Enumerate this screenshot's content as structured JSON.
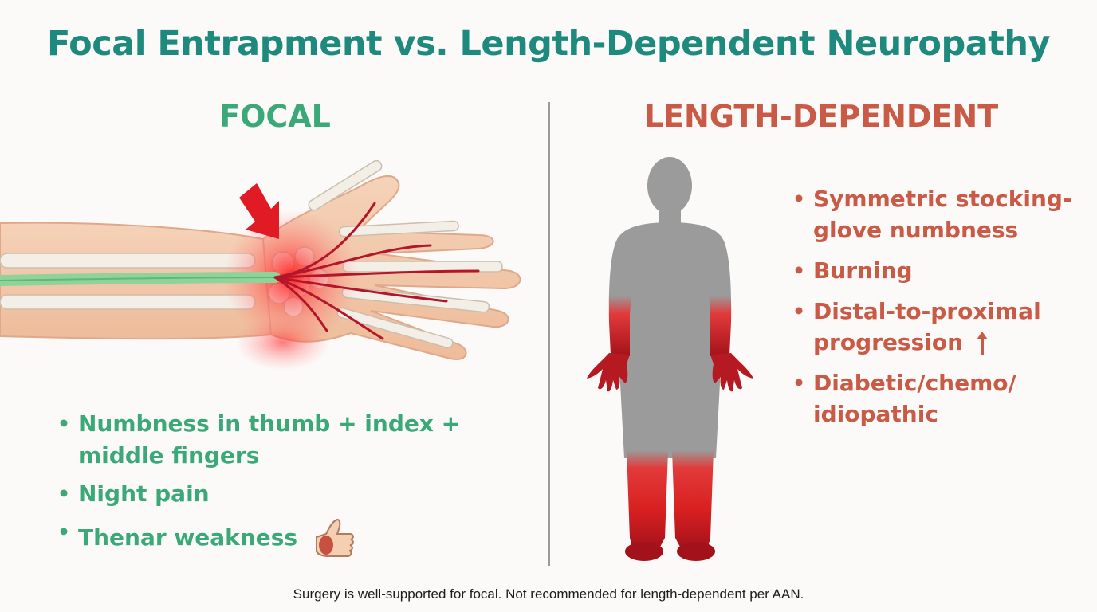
{
  "title": "Focal Entrapment vs. Length-Dependent Neuropathy",
  "colors": {
    "title": "#1e8a7e",
    "focal": "#3aa977",
    "length_dependent": "#c95a45",
    "nerve": "#8fd39a",
    "hotspot": "#e8131c",
    "silhouette": "#9b9b9b"
  },
  "focal": {
    "heading": "FOCAL",
    "bullets": [
      "Numbness in thumb + index +",
      "middle fingers",
      "Night pain",
      "Thenar weakness"
    ],
    "icons": [
      "compression-arrow-icon",
      "thumbs-up-thenar-icon"
    ]
  },
  "length_dependent": {
    "heading": "LENGTH-DEPENDENT",
    "bullets": [
      "Symmetric stocking-glove numbness",
      "Burning",
      "Distal-to-proximal progression",
      "Diabetic/chemo/ idiopathic"
    ],
    "icons": [
      "up-arrow-icon",
      "body-silhouette-icon"
    ]
  },
  "footer": "Surgery is well-supported for focal. Not recommended for length-dependent per AAN."
}
